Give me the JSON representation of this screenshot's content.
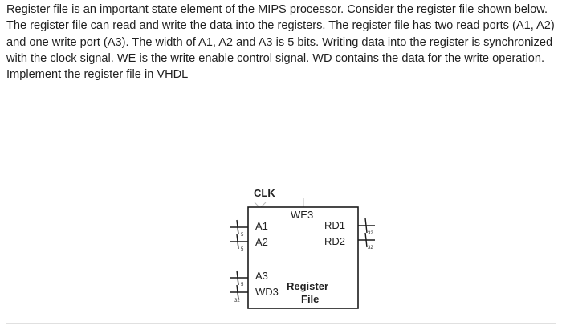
{
  "question": {
    "body": "Register file is an important state element of the MIPS processor. Consider the register file shown below. The register file can read and write the data into the registers. The register file has two read ports (A1, A2) and one write port (A3). The width of A1, A2 and A3 is 5 bits. Writing data into the register is synchronized with the clock signal. WE is the write enable control signal. WD contains the data for the write operation.",
    "instruction": "Implement the register file in VHDL"
  },
  "diagram": {
    "clk_label": "CLK",
    "we_label": "WE3",
    "ports_left": [
      "A1",
      "A2",
      "A3",
      "WD3"
    ],
    "ports_right": [
      "RD1",
      "RD2"
    ],
    "block_title": [
      "Register",
      "File"
    ],
    "bus_widths": {
      "a1": "5",
      "a2": "5",
      "a3": "5",
      "wd3": "32",
      "rd1": "32",
      "rd2": "32"
    }
  }
}
